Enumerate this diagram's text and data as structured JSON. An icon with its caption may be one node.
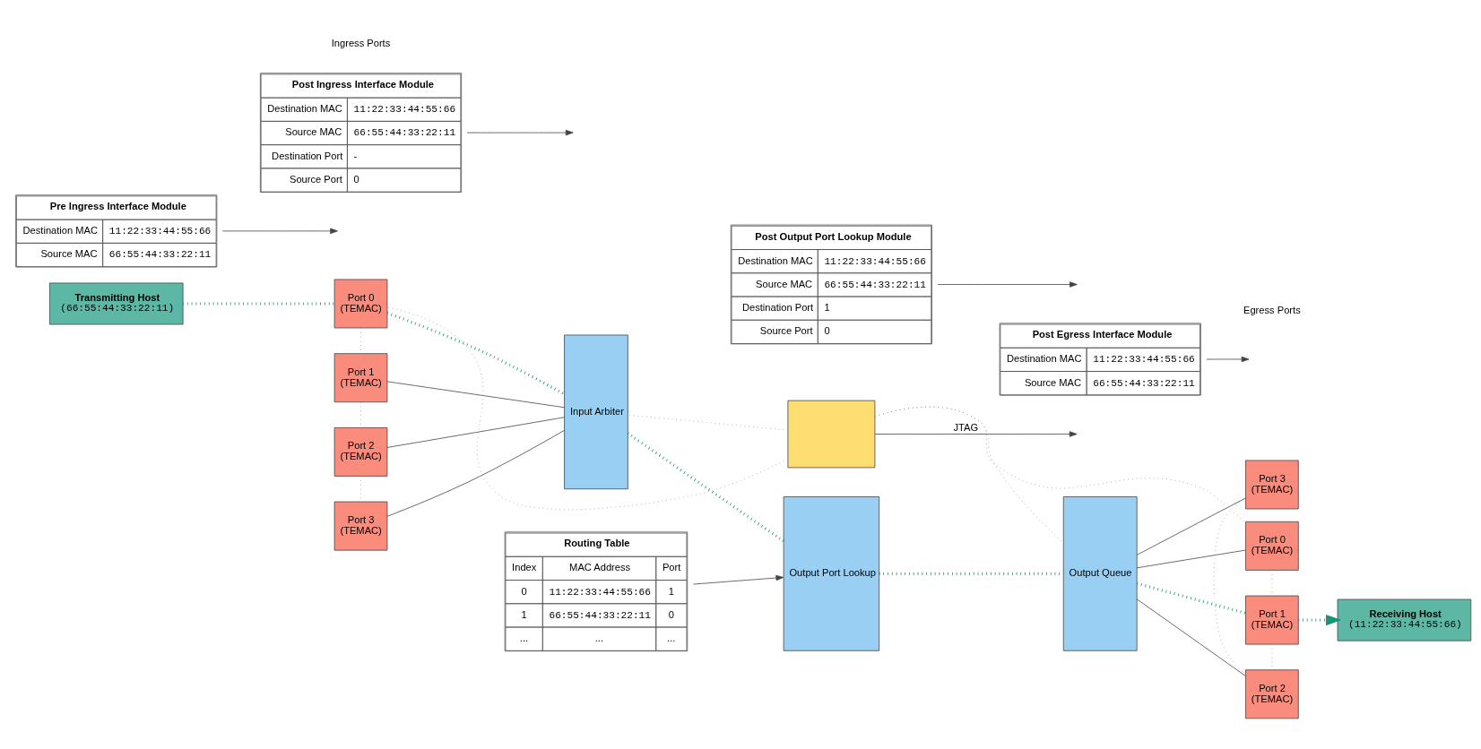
{
  "diagram": {
    "nodes": [
      {
        "text": [
          "Transmitting Host",
          "(66:55:44:33:22:11)"
        ]
      },
      {
        "text": [
          "Port 0 (TEMAC)"
        ]
      },
      {
        "text": [
          "Port 1 (TEMAC)"
        ]
      },
      {
        "text": [
          "Port 2 (TEMAC)"
        ]
      },
      {
        "text": [
          "Port 3 (TEMAC)"
        ]
      },
      {
        "text": [],
        "shape": "box"
      },
      {
        "text": [
          "Input Arbiter"
        ]
      },
      {
        "text": [
          "Output Port Lookup"
        ]
      },
      {
        "text": [
          "Output Queue"
        ]
      },
      {
        "text": [
          "Port 0 (TEMAC)"
        ]
      },
      {
        "text": [
          "Port 1 (TEMAC)"
        ]
      },
      {
        "text": [
          "Port 2 (TEMAC)"
        ]
      },
      {
        "text": [
          "Port 3 (TEMAC)"
        ]
      },
      {
        "text": [
          "Receiving Host",
          "(11:22:33:44:55:66)"
        ]
      },
      {
        "text": [
          "Pre Ingress Interface Module",
          "Destination MAC",
          "11:22:33:44:55:66",
          "Source MAC",
          "66:55:44:33:22:11"
        ]
      },
      {
        "text": [
          "Post Egress Interface Module",
          "Destination MAC",
          "11:22:33:44:55:66",
          "Source MAC",
          "66:55:44:33:22:11"
        ]
      },
      {
        "text": [
          "Post Ingress Interface Module",
          "Destination MAC",
          "11:22:33:44:55:66",
          "Source MAC",
          "66:55:44:33:22:11",
          "Destination Port",
          "-",
          "Source Port",
          "0"
        ]
      },
      {
        "text": [
          "Routing Table",
          "Index",
          "MAC Address",
          "Port",
          "0",
          "11:22:33:44:55:66",
          "1",
          "1",
          "66:55:44:33:22:11",
          "0",
          "...",
          "...",
          "..."
        ]
      },
      {
        "text": [
          "Post Output Port Lookup Module",
          "Destination MAC",
          "11:22:33:44:55:66",
          "Source MAC",
          "66:55:44:33:22:11",
          "Destination Port",
          "1",
          "Source Port",
          "0"
        ]
      }
    ],
    "edges": [
      {
        "from": 0,
        "to": 1,
        "arrow": "none",
        "style": "dashed",
        "color": "#1a9479"
      },
      {
        "from": 1,
        "to": 6,
        "arrow": "none",
        "style": "dashed",
        "color": "#1a9479"
      },
      {
        "from": 2,
        "to": 6,
        "arrow": "none"
      },
      {
        "from": 3,
        "to": 6,
        "arrow": "none"
      },
      {
        "from": 4,
        "to": 6,
        "arrow": "none"
      },
      {
        "from": 6,
        "to": 7,
        "arrow": "none",
        "style": "dashed",
        "color": "#1a9479"
      },
      {
        "from": 7,
        "to": 8,
        "arrow": "none",
        "style": "dashed",
        "color": "#1a9479"
      },
      {
        "from": 8,
        "to": 9,
        "arrow": "none"
      },
      {
        "from": 8,
        "to": 10,
        "arrow": "none",
        "style": "dashed",
        "color": "#1a9479"
      },
      {
        "from": 8,
        "to": 11,
        "arrow": "none"
      },
      {
        "from": 8,
        "to": 12,
        "arrow": "none"
      },
      {
        "from": 10,
        "to": 13,
        "arrow": "to",
        "style": "dashed",
        "color": "#1a9479"
      },
      {
        "from": 1,
        "to": 2,
        "arrow": "none",
        "style": "dashed",
        "color": "#888888"
      },
      {
        "from": 2,
        "to": 3,
        "arrow": "none",
        "style": "dashed",
        "color": "#888888"
      },
      {
        "from": 3,
        "to": 4,
        "arrow": "none",
        "style": "dashed",
        "color": "#888888"
      },
      {
        "from": 9,
        "to": 10,
        "arrow": "none",
        "style": "dashed",
        "color": "#888888"
      },
      {
        "from": 10,
        "to": 11,
        "arrow": "none",
        "style": "dashed",
        "color": "#888888"
      },
      {
        "from": 11,
        "to": 12,
        "arrow": "none",
        "style": "dashed",
        "color": "#888888"
      },
      {
        "from": 5,
        "to": 1,
        "arrow": "none",
        "style": "dashed",
        "color": "#888888"
      },
      {
        "from": 5,
        "to": 6,
        "arrow": "none",
        "style": "dashed",
        "color": "#888888"
      },
      {
        "from": 5,
        "to": 8,
        "arrow": "none",
        "style": "dashed",
        "color": "#888888"
      },
      {
        "from": 5,
        "to": 9,
        "arrow": "none",
        "style": "dashed",
        "color": "#888888"
      },
      {
        "from": 5,
        "to": null,
        "arrow": "to",
        "label": "JTAG"
      },
      {
        "from": 14,
        "to": null,
        "arrow": "to"
      },
      {
        "from": 16,
        "to": null,
        "arrow": "to"
      },
      {
        "from": 17,
        "to": 7,
        "arrow": "to"
      },
      {
        "from": 18,
        "to": null,
        "arrow": "to"
      },
      {
        "from": 15,
        "to": null,
        "arrow": "to"
      }
    ],
    "labels": [
      "Ingress Ports",
      "Egress Ports"
    ]
  }
}
